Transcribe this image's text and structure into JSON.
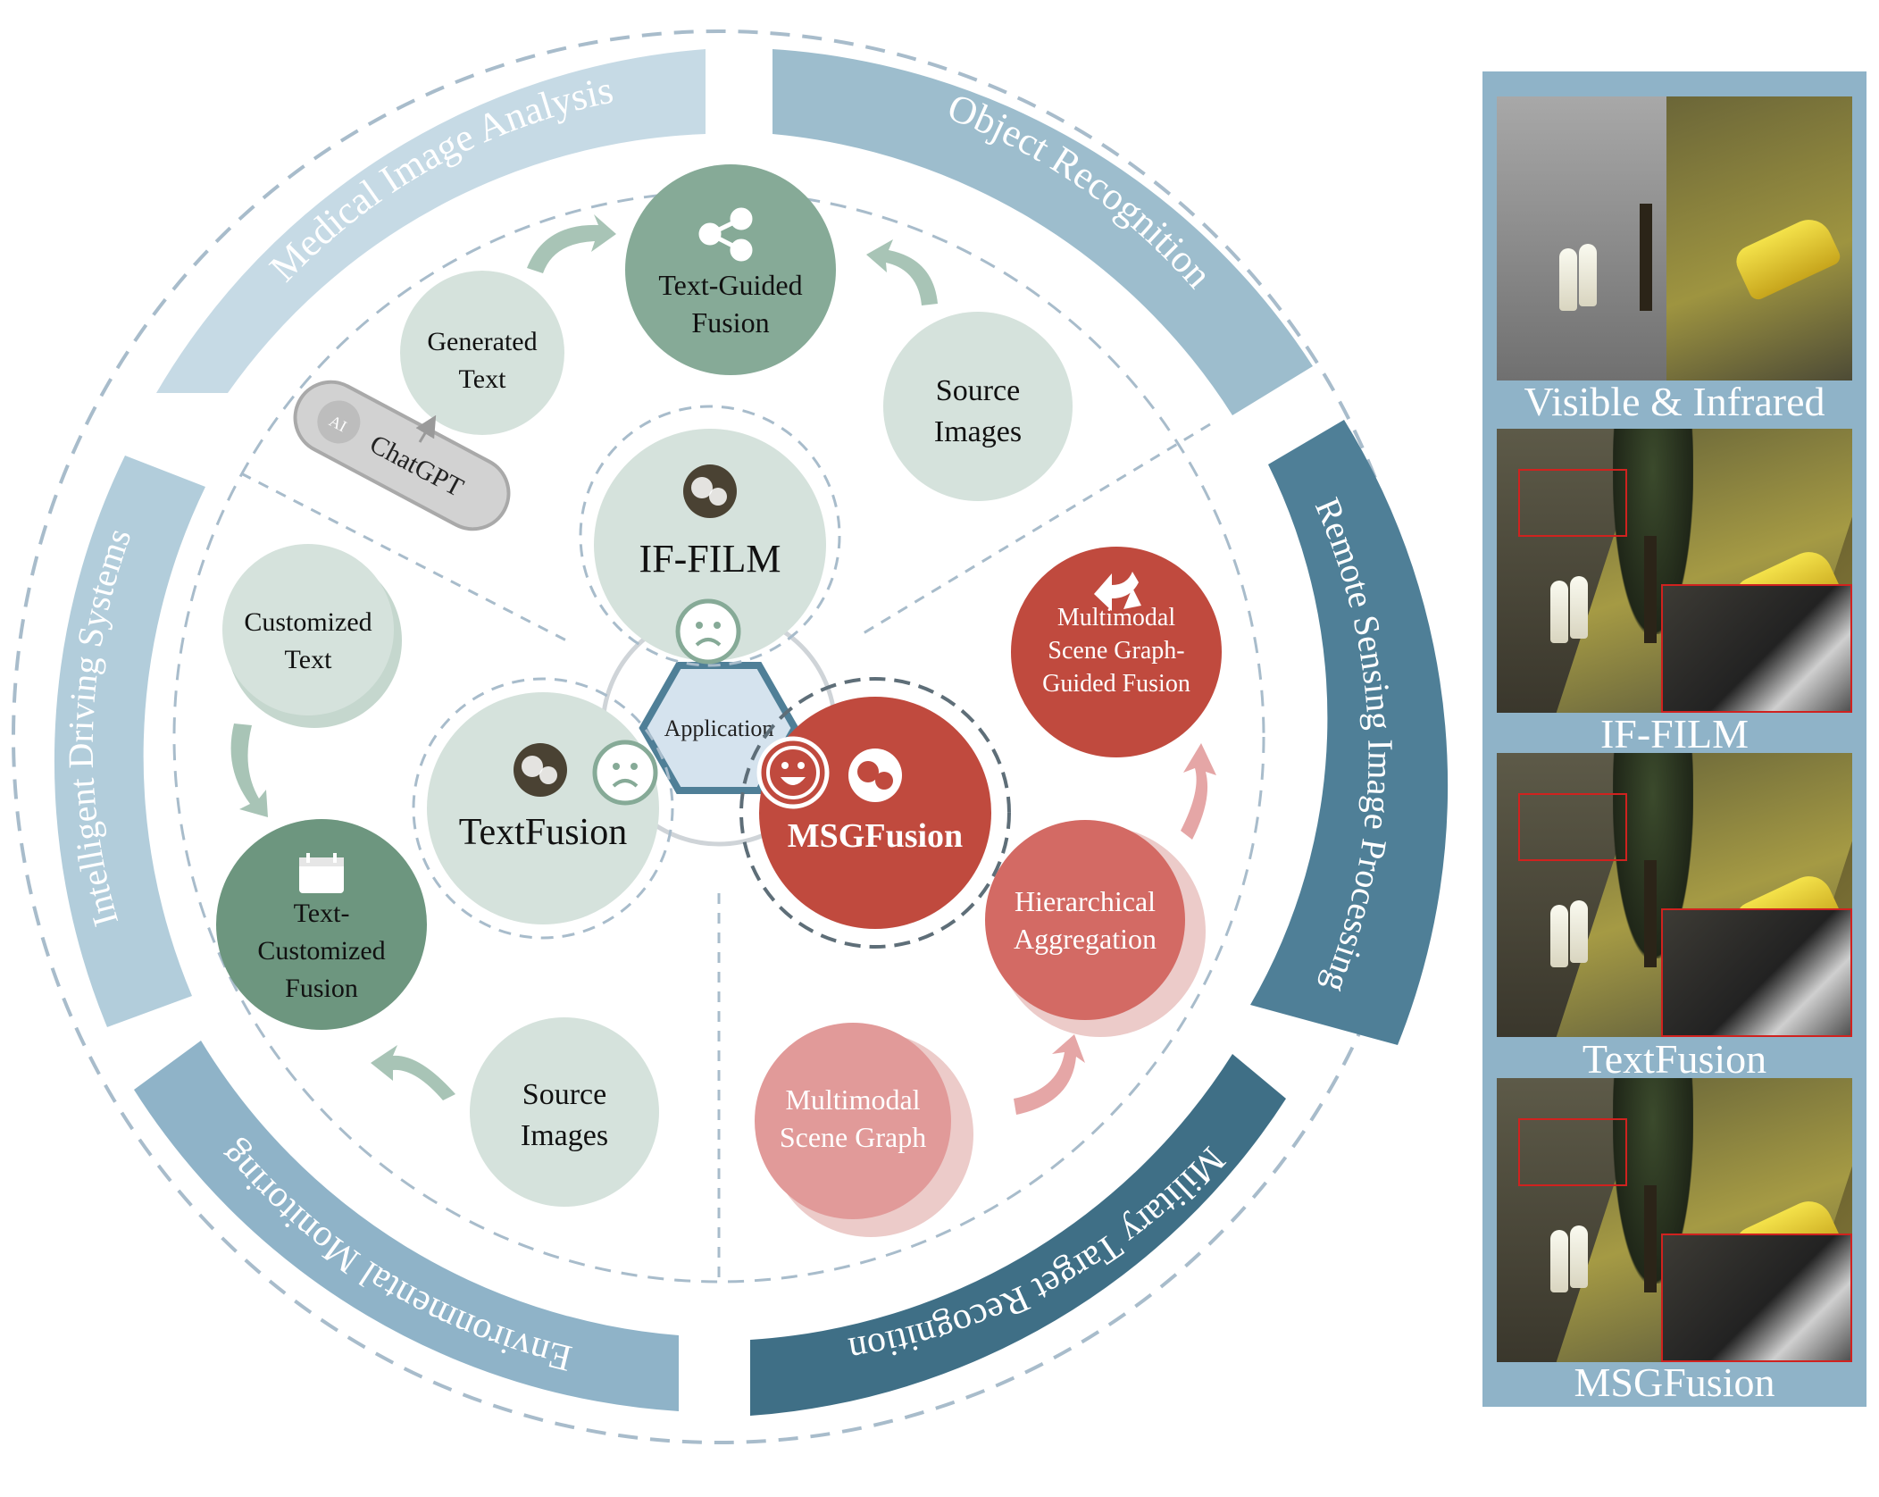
{
  "ring_labels": {
    "medical": "Medical Image Analysis",
    "object": "Object Recognition",
    "remote": "Remote Sensing Image Processing",
    "military": "Military Target Recognition",
    "environmental": "Environmental Monitoring",
    "driving": "Intelligent Driving Systems"
  },
  "center": {
    "application": "Application"
  },
  "methods": {
    "if_film": "IF-FILM",
    "textfusion": "TextFusion",
    "msgfusion": "MSGFusion"
  },
  "if_film_branch": {
    "text_guided_1": "Text-Guided",
    "text_guided_2": "Fusion",
    "generated_1": "Generated",
    "generated_2": "Text",
    "source_1": "Source",
    "source_2": "Images",
    "chatgpt": "ChatGPT",
    "ai_badge": "AI"
  },
  "textfusion_branch": {
    "customized_1": "Customized",
    "customized_2": "Text",
    "tcf_1": "Text-",
    "tcf_2": "Customized",
    "tcf_3": "Fusion",
    "source_1": "Source",
    "source_2": "Images"
  },
  "msgfusion_branch": {
    "msgf_1": "Multimodal",
    "msgf_2": "Scene Graph-",
    "msgf_3": "Guided Fusion",
    "hier_1": "Hierarchical",
    "hier_2": "Aggregation",
    "msg_1": "Multimodal",
    "msg_2": "Scene Graph"
  },
  "panels": {
    "visible_infrared": "Visible & Infrared",
    "if_film": "IF-FILM",
    "textfusion": "TextFusion",
    "msgfusion": "MSGFusion"
  },
  "colors": {
    "ring_light": "#c6dae5",
    "ring_mid": "#9dbdcd",
    "ring_dark": "#4f7f97",
    "ring_darkest": "#3f6f86",
    "green_dark": "#86aa97",
    "green_light": "#d5e2dc",
    "red_dark": "#c04a3e",
    "red_mid": "#d36a64",
    "red_light": "#e19a99",
    "hexagon": "#d5e3ee",
    "panel_bg": "#8fb3c8"
  }
}
